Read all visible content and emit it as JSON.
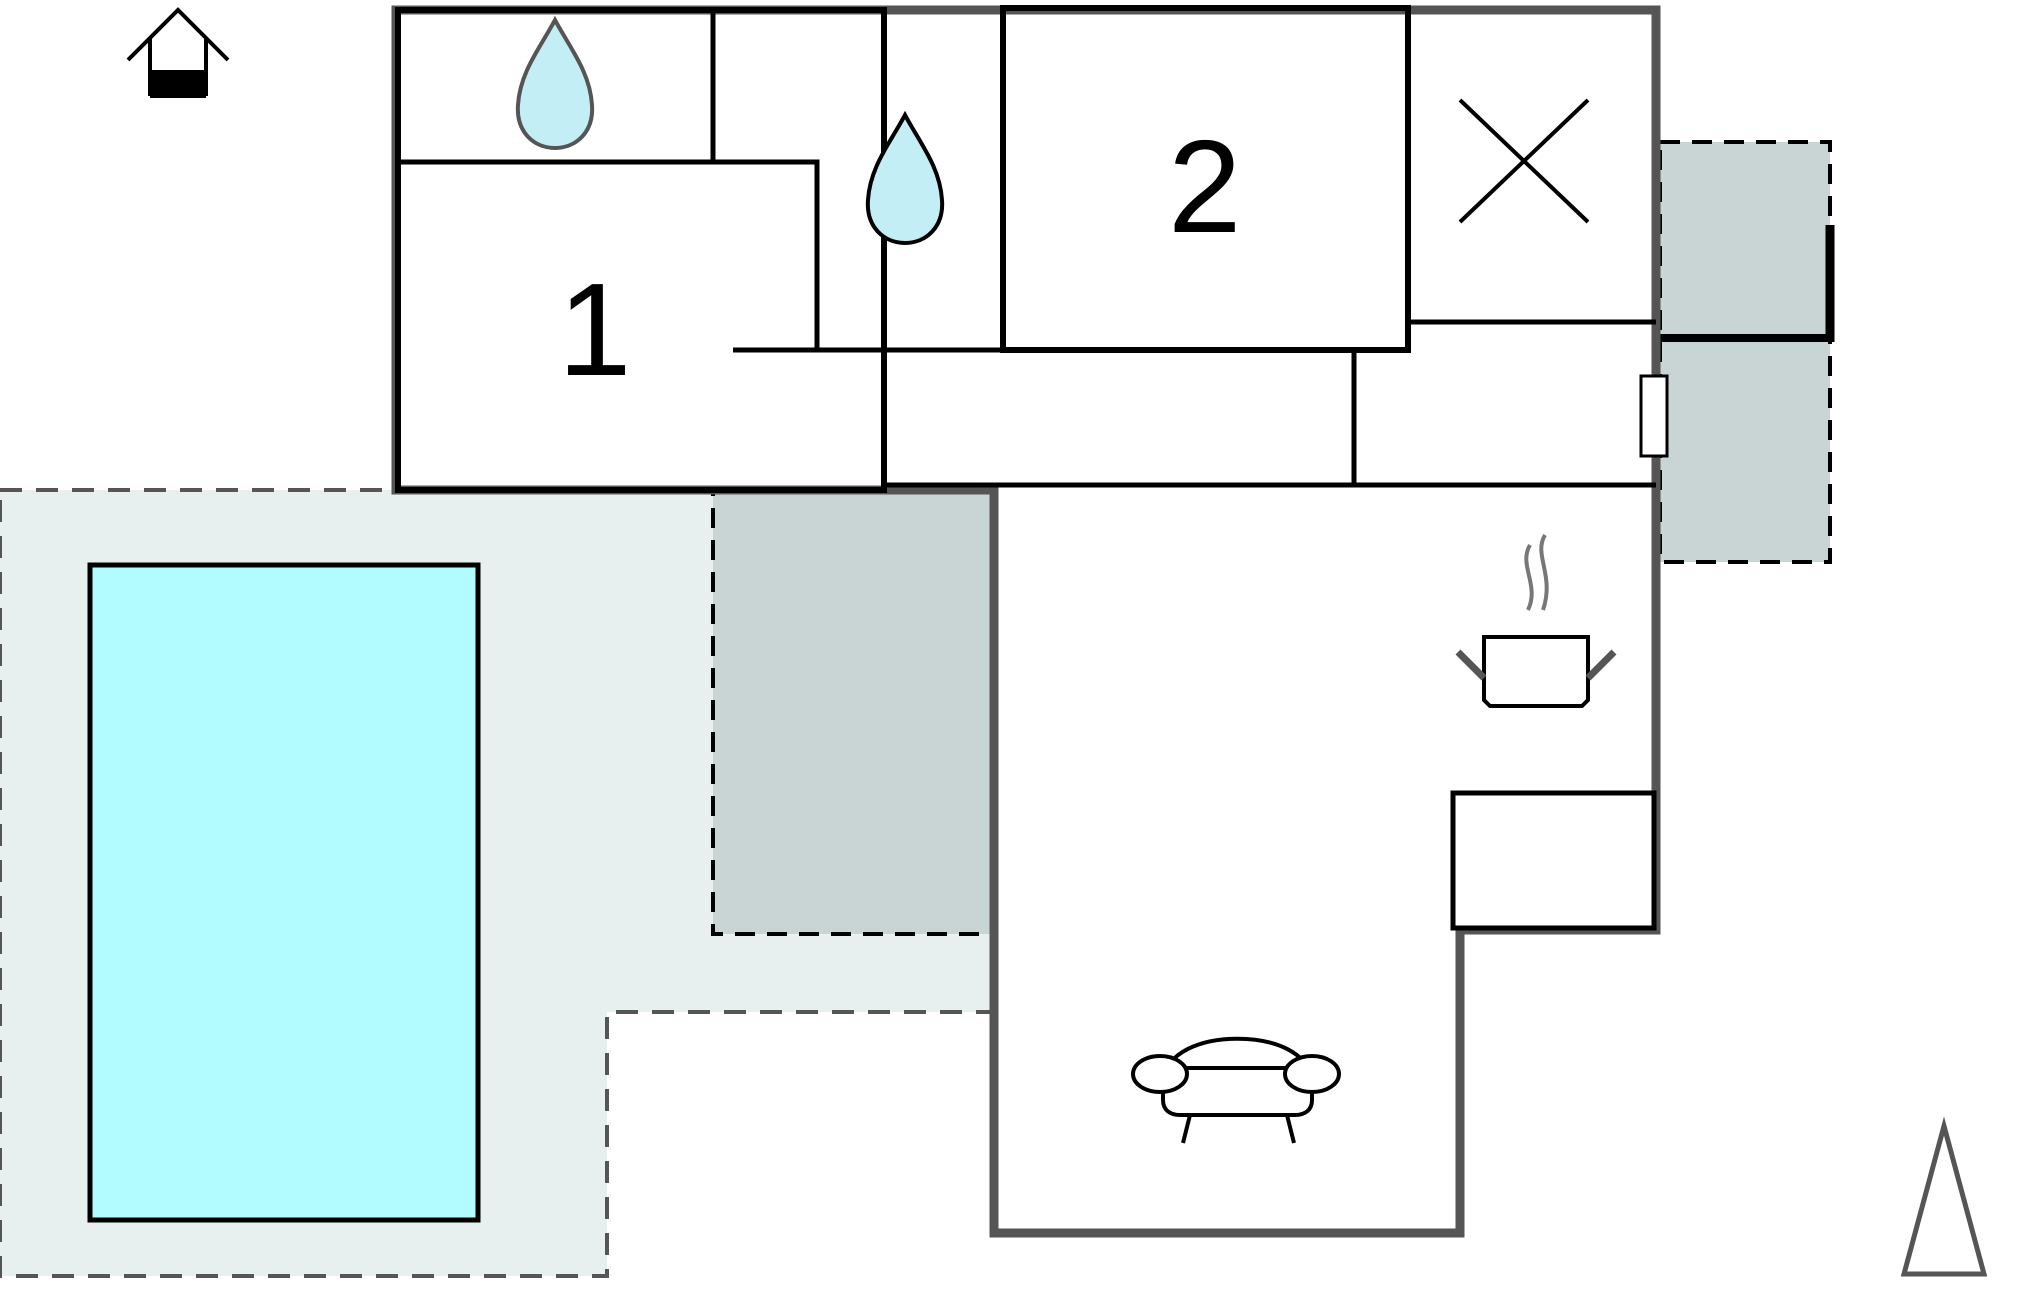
{
  "floorplan": {
    "rooms": [
      {
        "id": "bedroom-1",
        "label": "1"
      },
      {
        "id": "bedroom-2",
        "label": "2"
      }
    ],
    "icons": {
      "floor-level": "house-ground-floor-icon",
      "bathroom": "water-drop-icon",
      "toilet": "water-drop-icon",
      "utility": "cross-icon",
      "kitchen": "cooking-pot-icon",
      "living": "armchair-icon",
      "north": "north-arrow-icon"
    },
    "colors": {
      "wall": "#000000",
      "outer_wall": "#555555",
      "pool": "#b2fcff",
      "water_drop": "#c4eef5",
      "terrace": "#e7f0ef",
      "covered_terrace": "#c9d5d5"
    }
  }
}
